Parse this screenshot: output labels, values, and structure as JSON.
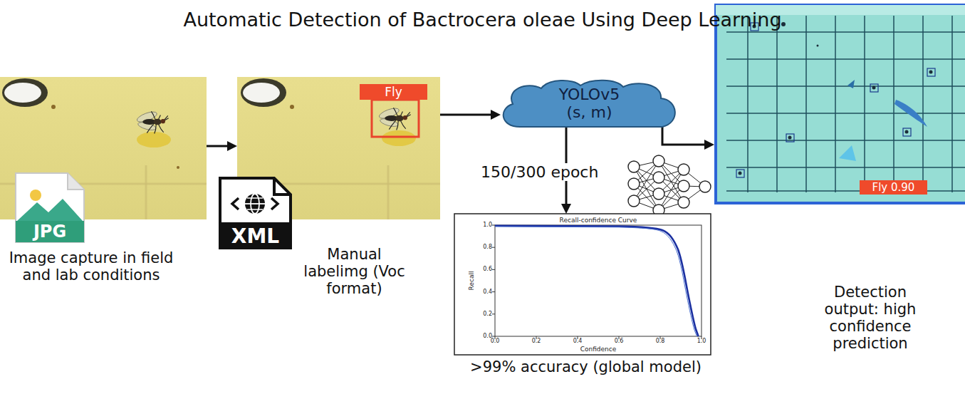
{
  "diagram": {
    "title": "Automatic Detection of Bactrocera oleae Using Deep Learning",
    "nodes": [
      {
        "text": [
          "Image capture in field and lab conditions"
        ]
      },
      {
        "text": [
          "JPG"
        ]
      },
      {
        "text": [
          "Manual labelimg (Voc format)"
        ]
      },
      {
        "text": [
          "Fly"
        ],
        "in": 2
      },
      {
        "text": [
          "XML"
        ]
      },
      {
        "text": [
          "YOLOv5 (s, m)"
        ]
      },
      {
        "text": [
          "Recall-confidence Curve",
          ">99% accuracy (global model)"
        ]
      },
      {
        "text": [
          "Detection output: high confidence prediction"
        ]
      },
      {
        "text": [
          "Fly 0.90"
        ],
        "in": 7
      }
    ],
    "edges": [
      {
        "from": 0,
        "to": 2,
        "arrow": "to"
      },
      {
        "from": 2,
        "to": 5,
        "arrow": "to"
      },
      {
        "from": 5,
        "to": 6,
        "arrow": "to"
      },
      {
        "from": 5,
        "to": 7,
        "arrow": "to"
      }
    ],
    "labels": [
      "150/300 epoch",
      "Recall",
      "Confidence",
      "1.0",
      "0.8",
      "0.6",
      "0.4",
      "0.2",
      "0.0",
      "0.0",
      "0.2",
      "0.4",
      "0.6",
      "0.8",
      "1.0"
    ]
  }
}
